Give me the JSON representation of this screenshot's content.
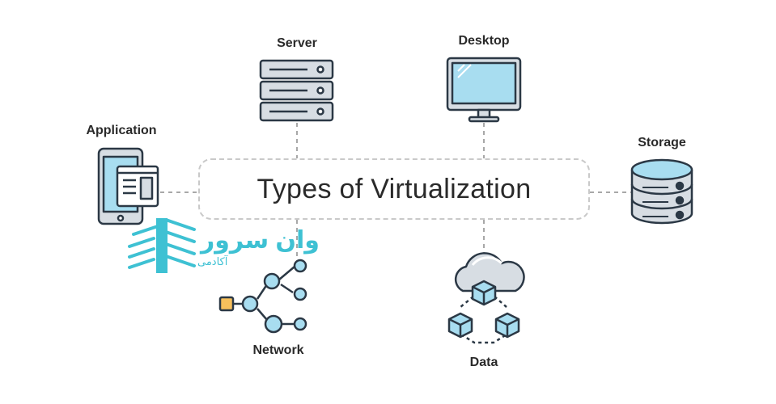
{
  "title": "Types of Virtualization",
  "nodes": {
    "server": "Server",
    "desktop": "Desktop",
    "application": "Application",
    "storage": "Storage",
    "network": "Network",
    "data": "Data"
  },
  "watermark": {
    "main": "وان سرور",
    "sub": "آکادمی"
  },
  "colors": {
    "light_blue": "#a8ddf0",
    "outline": "#2b3845",
    "connector": "#a8a8a8",
    "network_root": "#f7c05c",
    "watermark": "#3ec1d3"
  },
  "icons": [
    "server-icon",
    "desktop-icon",
    "application-icon",
    "storage-icon",
    "network-icon",
    "data-icon"
  ]
}
